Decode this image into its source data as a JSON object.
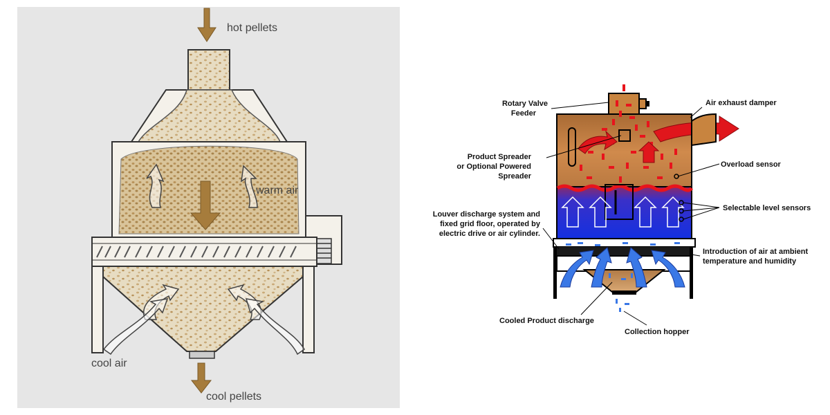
{
  "left_diagram": {
    "labels": {
      "hot_pellets": "hot pellets",
      "warm_air": "warm air",
      "cool_air": "cool air",
      "cool_pellets": "cool pellets"
    },
    "colors": {
      "panel_background": "#e6e6e6",
      "pellet_fill": "#d8ccb0",
      "pellet": "#c9a977",
      "arrow": "#a67c3c",
      "outline": "#333333"
    }
  },
  "right_diagram": {
    "labels": {
      "rotary_valve_line1": "Rotary Valve",
      "rotary_valve_line2": "Feeder",
      "air_exhaust": "Air exhaust damper",
      "spreader_line1": "Product Spreader",
      "spreader_line2": "or Optional Powered",
      "spreader_line3": "Spreader",
      "overload": "Overload sensor",
      "louver_line1": "Louver discharge system and",
      "louver_line2": "fixed grid floor, operated by",
      "louver_line3": "electric drive or air cylinder.",
      "level_sensors": "Selectable level sensors",
      "air_intro_line1": "Introduction of air at ambient",
      "air_intro_line2": "temperature and humidity",
      "cooled_product": "Cooled Product discharge",
      "collection_hopper": "Collection hopper"
    },
    "colors": {
      "hot_zone": "#c57a3f",
      "hot_pellet": "#e8141c",
      "cool_zone": "#1f3fd0",
      "cool_air": "#3a78e6",
      "outline": "#000000"
    }
  }
}
